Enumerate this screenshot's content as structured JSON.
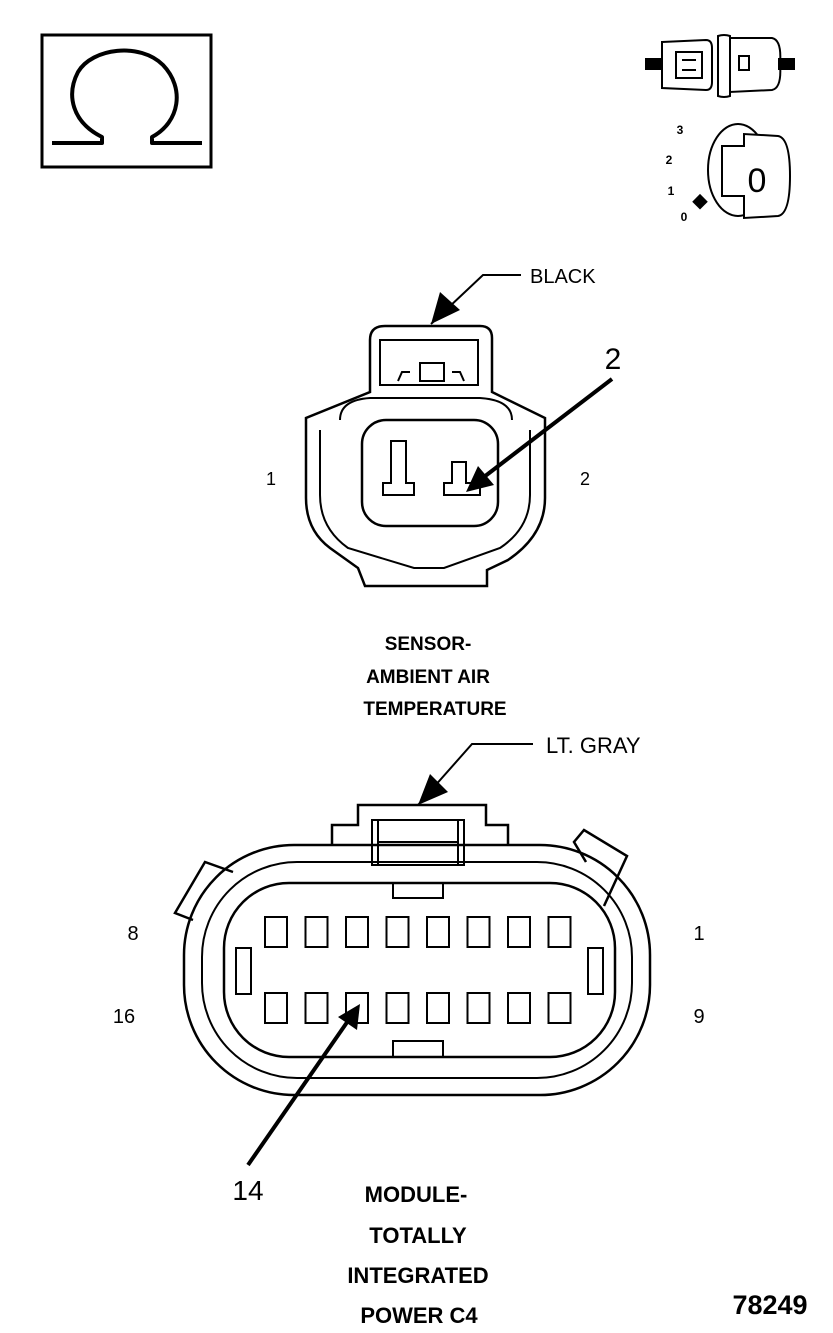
{
  "ohmmeter_icon": {
    "glyph": "Ω"
  },
  "ignition_icon": {
    "positions": [
      "3",
      "2",
      "1",
      "0"
    ],
    "key_label": "0"
  },
  "connector_top": {
    "color_label": "BLACK",
    "callout_pin": "2",
    "pin_left_label": "1",
    "pin_right_label": "2",
    "title_lines": [
      "SENSOR-",
      "AMBIENT AIR",
      "TEMPERATURE"
    ]
  },
  "connector_bottom": {
    "color_label": "LT. GRAY",
    "callout_pin": "14",
    "row1_left_label": "8",
    "row1_right_label": "1",
    "row2_left_label": "16",
    "row2_right_label": "9",
    "title_lines": [
      "MODULE-",
      "TOTALLY",
      "INTEGRATED",
      "POWER C4"
    ]
  },
  "figure_number": "78249",
  "colors": {
    "line": "#000000",
    "background": "#ffffff"
  }
}
